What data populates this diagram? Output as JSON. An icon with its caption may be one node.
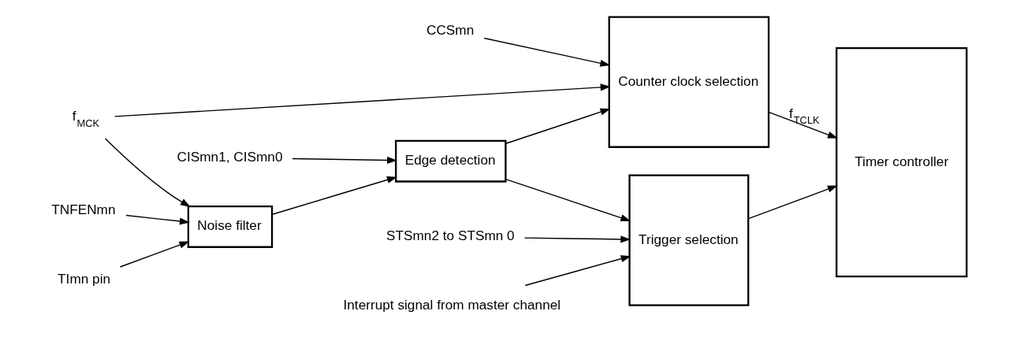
{
  "diagram": {
    "nodes": [
      {
        "text": [
          "CCSmn"
        ]
      },
      {
        "text": [
          "Interrupt signal from master channel"
        ]
      },
      {
        "text": [
          "f$_{MCK}$"
        ]
      },
      {
        "text": [
          "TImn pin"
        ]
      },
      {
        "text": [
          "Noise filter"
        ]
      },
      {
        "text": [
          "Edge detection"
        ]
      },
      {
        "text": [
          "Counter clock selection"
        ]
      },
      {
        "text": [
          "Trigger selection"
        ]
      },
      {
        "text": [
          "Timer controller"
        ]
      },
      {
        "text": [
          "TNFENmn"
        ]
      },
      {
        "text": [
          "CISmn1, CISmn0"
        ]
      },
      {
        "text": [
          "STSmn2 to STSmn 0"
        ]
      }
    ],
    "edges": [
      {
        "from": 0,
        "to": 6,
        "arrow": "to"
      },
      {
        "from": 1,
        "to": 7,
        "arrow": "to"
      },
      {
        "from": 2,
        "to": 6,
        "arrow": "to"
      },
      {
        "from": 2,
        "to": 4,
        "arrow": "to"
      },
      {
        "from": 3,
        "to": 4,
        "arrow": "to"
      },
      {
        "from": 4,
        "to": 5,
        "arrow": "to"
      },
      {
        "from": 5,
        "to": 6,
        "arrow": "to"
      },
      {
        "from": 5,
        "to": 7,
        "arrow": "to"
      },
      {
        "from": 6,
        "to": 8,
        "arrow": "to",
        "label": "f$_{TCLK}$"
      },
      {
        "from": 7,
        "to": 8,
        "arrow": "to"
      },
      {
        "from": 9,
        "to": 4,
        "arrow": "to"
      },
      {
        "from": 10,
        "to": 5,
        "arrow": "to"
      },
      {
        "from": 11,
        "to": 7,
        "arrow": "to"
      }
    ]
  }
}
